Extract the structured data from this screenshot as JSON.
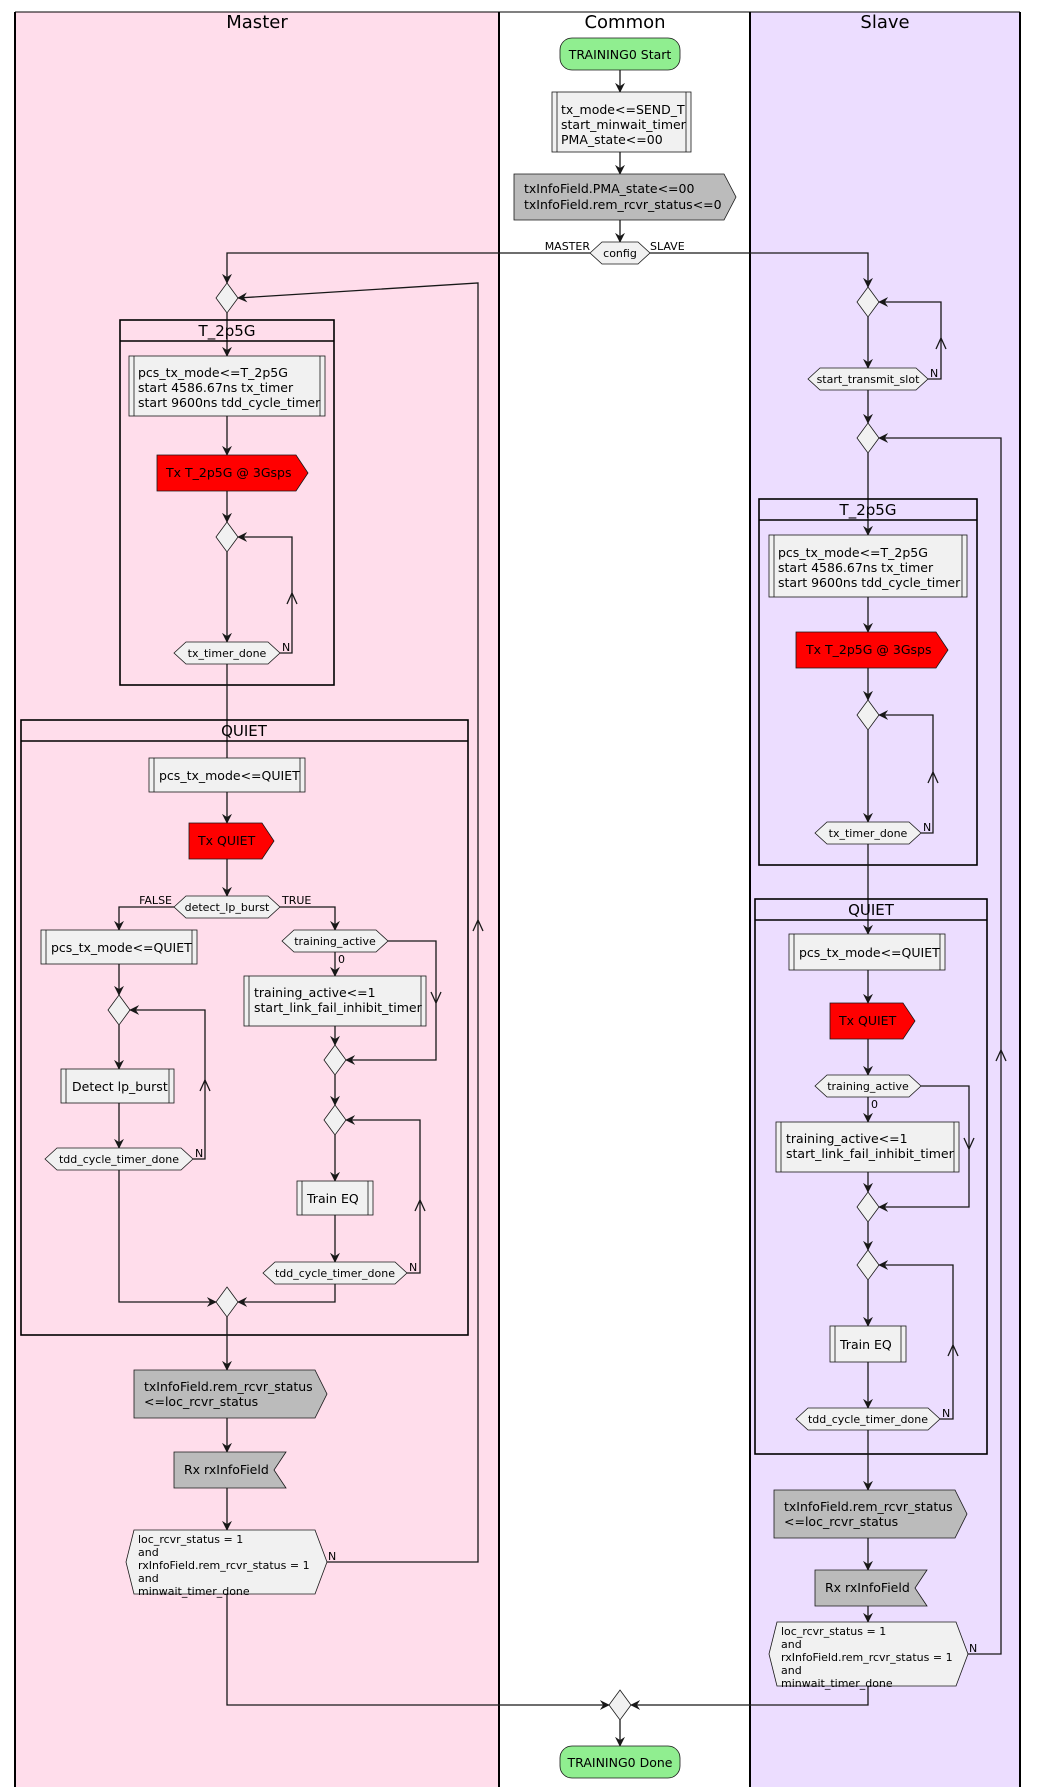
{
  "lanes": {
    "master": "Master",
    "common": "Common",
    "slave": "Slave"
  },
  "colors": {
    "master_bg": "#FFDDEB",
    "slave_bg": "#ECDDFF",
    "start_end": "#90EE90",
    "send_red": "#FF0000",
    "signal_gray": "#BBBBBB",
    "box": "#F1F1F1"
  },
  "common": {
    "start": "TRAINING0 Start",
    "init": [
      "tx_mode<=SEND_T",
      "start_minwait_timer",
      "PMA_state<=00"
    ],
    "send": [
      "txInfoField.PMA_state<=00",
      "txInfoField.rem_rcvr_status<=0"
    ],
    "config": {
      "label": "config",
      "left": "MASTER",
      "right": "SLAVE"
    },
    "end": "TRAINING0 Done"
  },
  "master": {
    "t2p5g": {
      "title": "T_2p5G",
      "box": [
        "pcs_tx_mode<=T_2p5G",
        "start 4586.67ns tx_timer",
        "start 9600ns tdd_cycle_timer"
      ],
      "send": "Tx T_2p5G @ 3Gsps",
      "cond": "tx_timer_done",
      "no": "N"
    },
    "quiet": {
      "title": "QUIET",
      "box": "pcs_tx_mode<=QUIET",
      "send": "Tx QUIET",
      "cond": "detect_lp_burst",
      "false": "FALSE",
      "true": "TRUE",
      "false_box": "pcs_tx_mode<=QUIET",
      "detect": "Detect lp_burst",
      "tdd_cond": "tdd_cycle_timer_done",
      "training_cond": "training_active",
      "zero": "0",
      "training_box": [
        "training_active<=1",
        "start_link_fail_inhibit_timer"
      ],
      "train": "Train EQ",
      "tdd_cond2": "tdd_cycle_timer_done",
      "no": "N"
    },
    "send_status": [
      "txInfoField.rem_rcvr_status",
      "<=loc_rcvr_status"
    ],
    "receive": "Rx rxInfoField",
    "final_cond": [
      "loc_rcvr_status = 1",
      "and",
      "rxInfoField.rem_rcvr_status = 1",
      "and",
      "minwait_timer_done"
    ],
    "no": "N"
  },
  "slave": {
    "wait_cond": "start_transmit_slot",
    "no": "N",
    "t2p5g": {
      "title": "T_2p5G",
      "box": [
        "pcs_tx_mode<=T_2p5G",
        "start 4586.67ns tx_timer",
        "start 9600ns tdd_cycle_timer"
      ],
      "send": "Tx T_2p5G @ 3Gsps",
      "cond": "tx_timer_done"
    },
    "quiet": {
      "title": "QUIET",
      "box": "pcs_tx_mode<=QUIET",
      "send": "Tx QUIET",
      "training_cond": "training_active",
      "zero": "0",
      "training_box": [
        "training_active<=1",
        "start_link_fail_inhibit_timer"
      ],
      "train": "Train EQ",
      "tdd_cond": "tdd_cycle_timer_done"
    },
    "send_status": [
      "txInfoField.rem_rcvr_status",
      "<=loc_rcvr_status"
    ],
    "receive": "Rx rxInfoField",
    "final_cond": [
      "loc_rcvr_status = 1",
      " and",
      "rxInfoField.rem_rcvr_status = 1",
      " and",
      "minwait_timer_done"
    ]
  }
}
